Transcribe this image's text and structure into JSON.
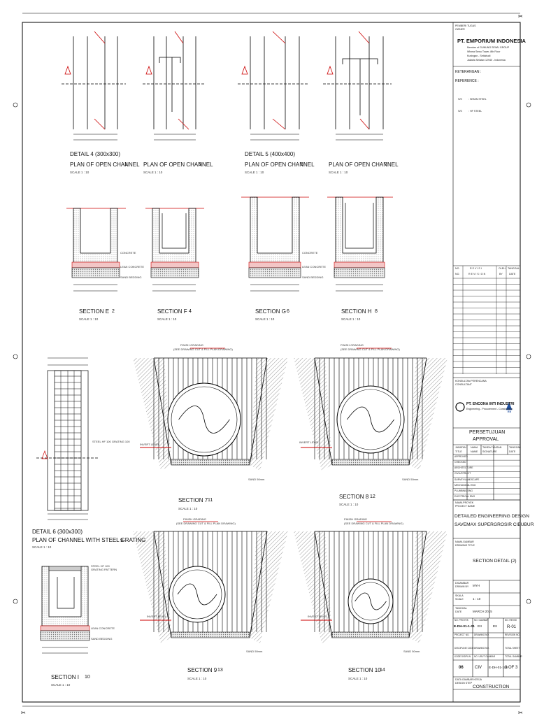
{
  "company": {
    "header_label": "PEMBERI TUGAS",
    "header_sub": "OWNER",
    "name": "PT. EMPORIUM INDONESIA",
    "line1": "Member of GUNUNG SEWU GROUP",
    "line2": "Wisma Sewu Tower, 8th Floor",
    "line3": "Kuningan - Setiabudi",
    "line4": "Jakarta Selatan 12940 - Indonesia"
  },
  "notes": {
    "keterangan": "KETERANGAN :",
    "reference": "REFERENCE :",
    "ref1_code": "S/S",
    "ref1_text": ": SEMIN STEEL",
    "ref2_code": "S/S",
    "ref2_text": ": HF STEEL"
  },
  "revision": {
    "h_no": "NO.",
    "h_rev": "R E V I S I",
    "h_oleh": "OLEH",
    "h_tanggal": "TANGGAL",
    "s_no": "NO.",
    "s_rev": "R E V I S I O N",
    "s_by": "BY",
    "s_date": "DATE"
  },
  "consultant": {
    "label": "KONSULTAN PERENCANA",
    "sub": "CONSULTANT",
    "name": "PT. ENCONA INTI INDUSTRI",
    "tagline": "Engineering - Procurement - Construction",
    "logo_text": "EII"
  },
  "approval": {
    "title1": "PERSETUJUAN",
    "title2": "APPROVAL",
    "col_jabatan": "JABATAN",
    "col_nama": "NAMA",
    "col_tanda": "TANDA TANGAN",
    "col_tanggal": "TANGGAL",
    "col_title": "TITLE",
    "col_name": "NAME",
    "col_sign": "SIGNATURE",
    "col_date": "DATE",
    "rows": [
      "APPROVED",
      "CHECKED",
      "ARCHITECTURE",
      "CIVIL/STRUCT",
      "SURVEY/LANDSCAPE",
      "MECHANICAL ENG",
      "PLUMBING ENG",
      "ELECTRICAL ENG"
    ]
  },
  "project": {
    "label": "NAMA PROYEK",
    "sub": "PROJECT NAME",
    "line1": "DETAILED ENGINEERING DESIGN",
    "line2": "SAVEMAX SUPERGROSIR CIBUBUR"
  },
  "drawing": {
    "label": "NAMA GAMBAR",
    "sub": "DRAWING TITLE",
    "title": "SECTION DETAIL (2)"
  },
  "info": {
    "drawn_label": "DIGAMBAR",
    "drawn_sub": "DRAWN BY",
    "drawn_value": "MYH",
    "scale_label": "SKALA",
    "scale_sub": "SCALE",
    "scale_value": "1 : 10",
    "date_label": "TANGGAL",
    "date_sub": "DATE",
    "date_value": "MARCH 2015",
    "h_no_proj": "NO. PROYEK",
    "h_no_gambar": "NO. GAMBAR",
    "h_no_revisi": "NO. REVISI",
    "s_proj": "PROJECT NO.",
    "s_drawing": "DRAWING NO.",
    "s_rev": "REVISION NO.",
    "proj_no": "E-DH-01-1-01",
    "code_a": "EII",
    "code_b": "EII",
    "rev_no": "R-01",
    "h_disiplin": "KODE DISIPLIN",
    "h_urut": "NO. URUT GAMBAR",
    "h_total": "TOTAL GAMBAR",
    "s_disiplin": "DISCIPLINE CODE",
    "s_urut": "DRAWING NO.",
    "s_total": "TOTAL SHEET",
    "num1": "06",
    "disc": "CIV",
    "sheet_code": "E-DH-01-100",
    "sheet_of": "3 OF 3",
    "status_label": "DATA GAMBAR KERJA",
    "status_sub": "DESIGN STEP",
    "status_value": "CONSTRUCTION"
  },
  "details": {
    "d4_title": "DETAIL 4 (300x300)",
    "d5_title": "DETAIL 5 (400x400)",
    "d6_title": "DETAIL 6 (300x300)",
    "plan_label": "PLAN OF OPEN CHANNEL",
    "plan_grating": "PLAN OF CHANNEL WITH STEEL GRATING",
    "scale": "SCALE  1 : 10",
    "n1": "1",
    "n3": "3",
    "n5": "5",
    "n7": "7",
    "n9": "9",
    "sub": "6",
    "sec_e": "SECTION E",
    "n2": "2",
    "sec_f": "SECTION F",
    "n4": "4",
    "sec_g": "SECTION G",
    "n6": "6",
    "sec_h": "SECTION H",
    "n8": "8",
    "sec_i": "SECTION I",
    "n10": "10",
    "sec_7": "SECTION 7",
    "n11": "11",
    "sec_8": "SECTION 8",
    "n12": "12",
    "sec_9": "SECTION 9",
    "n13": "13",
    "sec_10": "SECTION 10",
    "n14": "14",
    "lbl_concrete": "CONCRETE",
    "lbl_concrete2": "CONCRETE",
    "lbl_lean": "LEAN CONCRETE",
    "lbl_lean2": "LEAN CONCRETE",
    "lbl_sand": "SAND BEDDING",
    "lbl_sand2": "SAND BEDDING",
    "lbl_invert": "INVERT LEVEL",
    "lbl_invert2": "INVERT LEVEL",
    "lbl_invert3": "INVERT LEVEL",
    "lbl_invert4": "INVERT LEVEL",
    "lbl_finish": "FINISH GRADING",
    "lbl_finish_sub": "(SEE DRAWING CUT & FILL PLAN DRAWING)",
    "lbl_finish2": "FINISH GRADING",
    "lbl_finish_sub2": "(SEE DRAWING CUT & FILL PLAN DRAWING)",
    "lbl_finish3": "FINISH GRADING",
    "lbl_finish_sub3": "(SEE DRAWING CUT & FILL PLAN DRAWING)",
    "lbl_finish4": "FINISH GRADING",
    "lbl_finish_sub4": "(SEE DRAWING CUT & FILL PLAN DRAWING)",
    "lbl_sand50": "SAND 50mm",
    "lbl_sand50b": "SAND 50mm",
    "lbl_sand50c": "SAND 50mm",
    "lbl_sand50d": "SAND 50mm",
    "lbl_steel": "STEEL HF 100 GRATING 100",
    "lbl_grating_a": "STEEL HF 100",
    "lbl_grating_b": "GRATING PATTERN"
  }
}
